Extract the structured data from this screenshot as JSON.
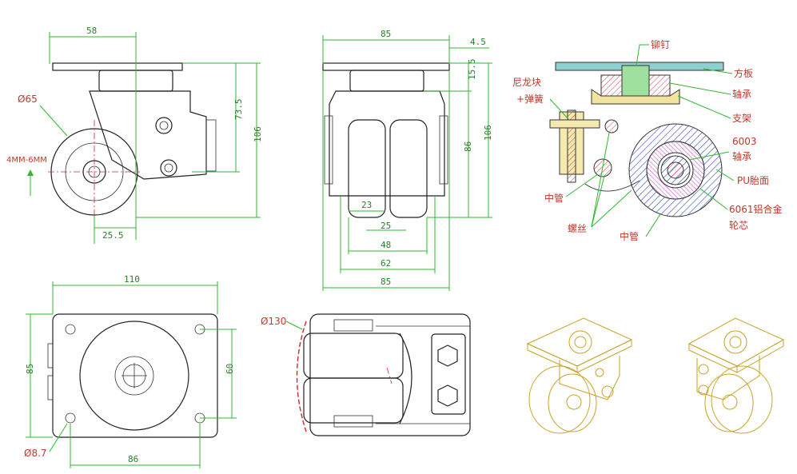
{
  "side_view": {
    "dim_width": "58",
    "dim_dia": "Ø65",
    "dim_height": "73.5",
    "dim_total": "106",
    "dim_adjust": "4MM-6MM",
    "dim_offset": "25.5"
  },
  "front_view": {
    "dim_top": "85",
    "dim_plate": "4.5",
    "dim_gap": "15.5",
    "dim_86": "86",
    "dim_106": "106",
    "dim_23": "23",
    "dim_25": "25",
    "dim_48": "48",
    "dim_62": "62",
    "dim_85": "85"
  },
  "top_view": {
    "dim_110": "110",
    "dim_85": "85",
    "dim_60": "60",
    "dim_hole": "Ø8.7",
    "dim_86": "86"
  },
  "bottom_view": {
    "dim_dia": "Ø130"
  },
  "section_labels": {
    "rivet": "铆钉",
    "plate": "方板",
    "bearing": "轴承",
    "bracket": "支架",
    "nylon": "尼龙块",
    "spring": "+弹簧",
    "bearing_6003_a": "6003",
    "bearing_6003_b": "轴承",
    "pu": "PU胎面",
    "tube1": "中管",
    "screw": "螺丝",
    "tube2": "中管",
    "alloy_a": "6061铝合金",
    "alloy_b": "轮芯"
  },
  "colors": {
    "dimension": "#2db82d",
    "label": "#c0392b",
    "center_line": "#dd2222",
    "iso_line": "#c9a227"
  }
}
